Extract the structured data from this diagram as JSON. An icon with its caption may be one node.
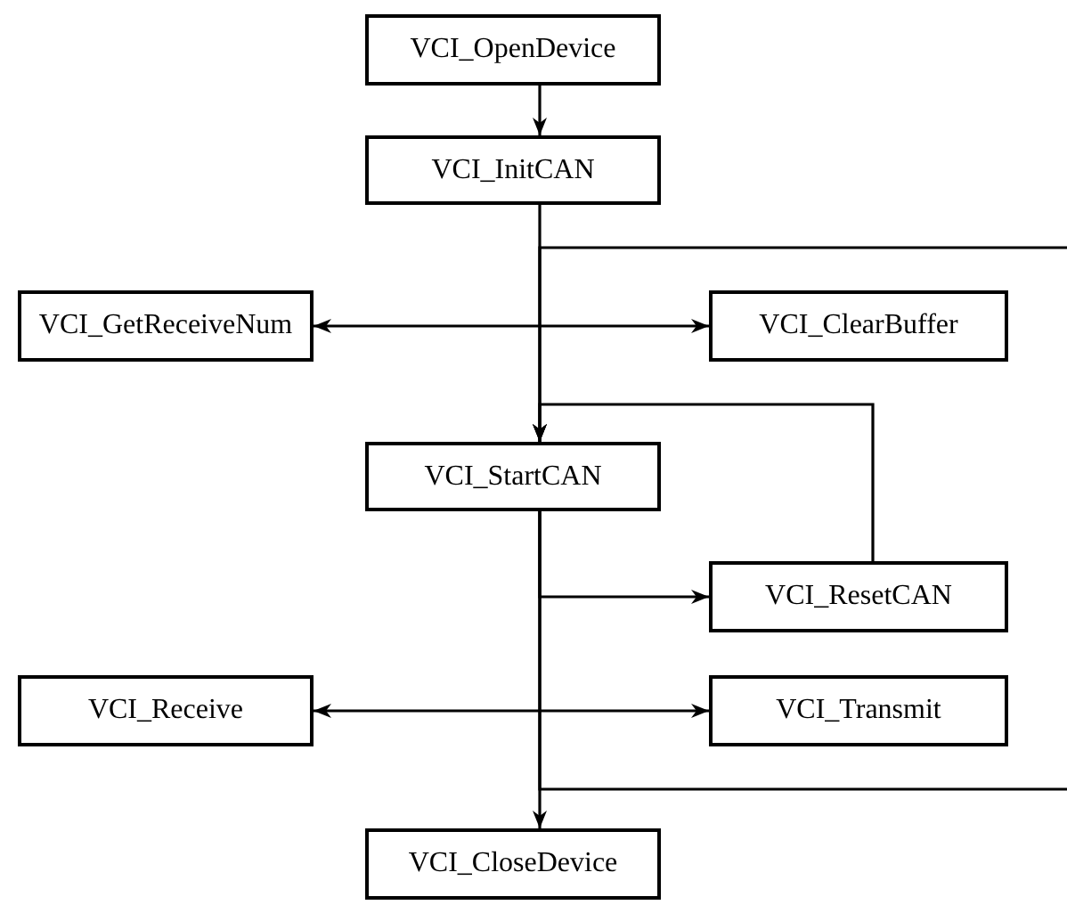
{
  "diagram": {
    "nodes": [
      {
        "text": [
          "VCI_OpenDevice"
        ]
      },
      {
        "text": [
          "VCI_InitCAN"
        ]
      },
      {
        "text": [
          "VCI_GetReceiveNum"
        ]
      },
      {
        "text": [
          "VCI_ClearBuffer"
        ]
      },
      {
        "text": [
          "VCI_StartCAN"
        ]
      },
      {
        "text": [
          "VCI_ResetCAN"
        ]
      },
      {
        "text": [
          "VCI_Receive"
        ]
      },
      {
        "text": [
          "VCI_Transmit"
        ]
      },
      {
        "text": [
          "VCI_CloseDevice"
        ]
      }
    ],
    "edges": [
      {
        "from": 0,
        "to": 1,
        "arrow": "to"
      },
      {
        "from": 1,
        "to": 4,
        "arrow": "to"
      },
      {
        "from": null,
        "to": 4,
        "arrow": "to"
      },
      {
        "from": 2,
        "to": 3,
        "arrow": "both"
      },
      {
        "from": 5,
        "to": 4,
        "arrow": "to"
      },
      {
        "from": 4,
        "to": 5,
        "arrow": "to"
      },
      {
        "from": 4,
        "to": 8,
        "arrow": "to"
      },
      {
        "from": 6,
        "to": 7,
        "arrow": "both"
      },
      {
        "from": 4,
        "to": null,
        "arrow": "none"
      }
    ]
  }
}
